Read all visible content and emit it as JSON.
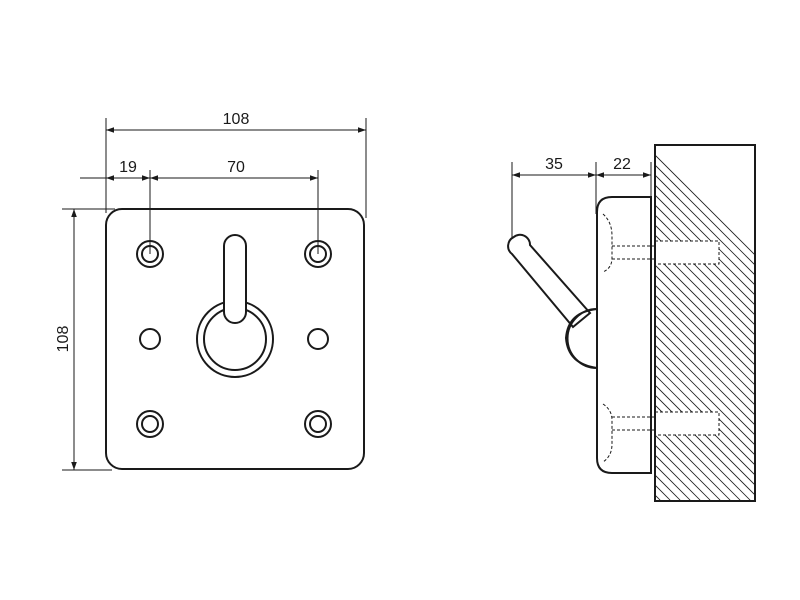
{
  "front_view": {
    "overall_width_label": "108",
    "edge_offset_label": "19",
    "hole_spacing_label": "70",
    "overall_height_label": "108"
  },
  "side_view": {
    "hook_projection_label": "35",
    "base_depth_label": "22"
  }
}
